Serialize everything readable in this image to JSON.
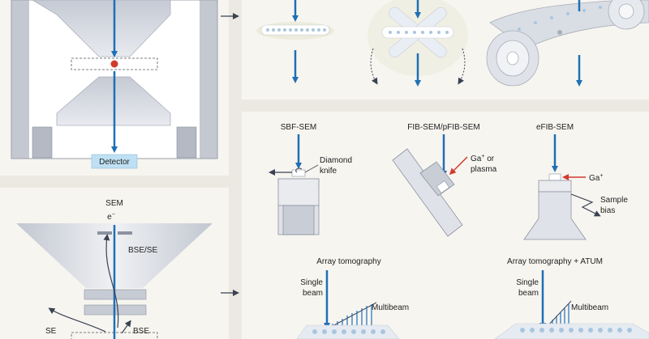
{
  "tem": {
    "detector_label": "Detector"
  },
  "sem": {
    "label": "SEM",
    "electron": "e",
    "electron_sup": "−",
    "bse_se": "BSE/SE",
    "se": "SE",
    "bse": "BSE"
  },
  "volume_methods": {
    "sbf": {
      "title": "SBF-SEM",
      "knife_line1": "Diamond",
      "knife_line2": "knife"
    },
    "fib": {
      "title": "FIB-SEM/pFIB-SEM",
      "ion_line1": "Ga",
      "ion_sup": "+",
      "ion_line1_suffix": " or",
      "ion_line2": "plasma"
    },
    "efib": {
      "title": "eFIB-SEM",
      "ion": "Ga",
      "ion_sup": "+",
      "bias_line1": "Sample",
      "bias_line2": "bias"
    },
    "array": {
      "title": "Array tomography",
      "single_line1": "Single",
      "single_line2": "beam",
      "multibeam": "Multibeam"
    },
    "atum": {
      "title": "Array tomography + ATUM",
      "single_line1": "Single",
      "single_line2": "beam",
      "multibeam": "Multibeam"
    }
  },
  "colors": {
    "beam_blue": "#1f6fb5",
    "panel_bg": "#f7f5f0",
    "page_bg": "#ece9e2",
    "red_arrow": "#d23a2c",
    "gray_part": "#c9ccd3"
  }
}
